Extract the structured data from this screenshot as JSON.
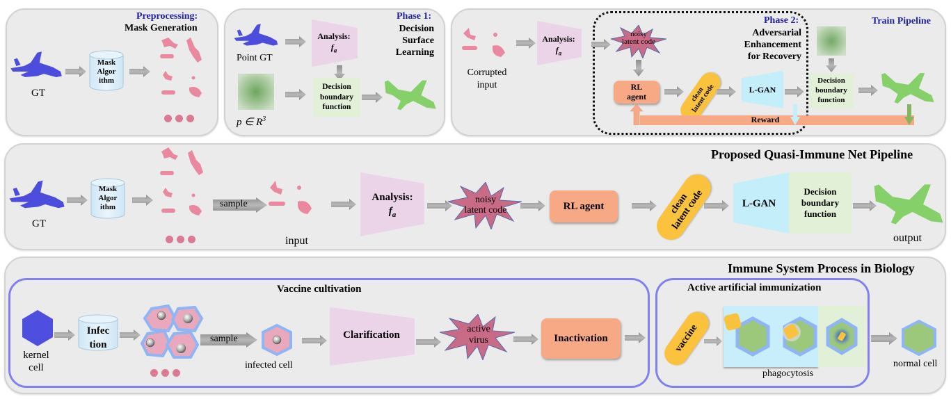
{
  "colors": {
    "panel_bg": "#ebebeb",
    "title_blue": "#1f1fa8",
    "gt_plane": "#4d4ddd",
    "masked_plane": "#e9889f",
    "output_plane": "#86d06a",
    "analysis_trap": "#ecd4e8",
    "lgan_trap": "#c5eefb",
    "decision_box": "#e3f0d8",
    "rl_box": "#f7a986",
    "clean_pill": "#fbc23e",
    "star": "#c96a86",
    "frame_blue": "#8080f0",
    "arrow_gray": "#a6a6a6"
  },
  "preprocessing": {
    "title_line1": "Preprocessing:",
    "title_line2": "Mask Generation",
    "gt_label": "GT",
    "mask_algo": [
      "Mask",
      "Algor",
      "ithm"
    ],
    "icons": [
      "gt-airplane-icon",
      "mask-algorithm-cylinder-icon",
      "masked-fragments-icon",
      "ellipsis-dots-icon"
    ]
  },
  "phase1": {
    "title_line1": "Phase 1:",
    "title_lines": [
      "Decision",
      "Surface",
      "Learning"
    ],
    "point_gt_label": "Point GT",
    "p_label": "p ∈ R",
    "p_sup": "3",
    "analysis_label": "Analysis:",
    "analysis_fn": "f",
    "analysis_sub": "a",
    "decision_lines": [
      "Decision",
      "boundary",
      "function"
    ]
  },
  "train": {
    "title": "Train Pipeline",
    "corrupted_lines": [
      "Corrupted",
      "input"
    ],
    "analysis_label": "Analysis:",
    "analysis_fn": "f",
    "analysis_sub": "a",
    "noisy_lines": [
      "noisy",
      "latent code"
    ],
    "phase2_title": "Phase 2:",
    "phase2_lines": [
      "Adversarial",
      "Enhancement",
      "for Recovery"
    ],
    "rl_lines": [
      "RL",
      "agent"
    ],
    "clean_lines": [
      "clean",
      "latent code"
    ],
    "lgan": "L-GAN",
    "decision_lines": [
      "Decision",
      "boundary",
      "function"
    ],
    "reward": "Reward"
  },
  "proposed": {
    "title": "Proposed Quasi-Immune Net Pipeline",
    "gt_label": "GT",
    "mask_algo": [
      "Mask",
      "Algor",
      "ithm"
    ],
    "sample": "sample",
    "input_label": "input",
    "analysis_label": "Analysis:",
    "analysis_fn": "f",
    "analysis_sub": "a",
    "noisy_lines": [
      "noisy",
      "latent code"
    ],
    "rl_agent": "RL agent",
    "clean_lines": [
      "clean",
      "latent code"
    ],
    "lgan": "L-GAN",
    "decision_lines": [
      "Decision",
      "boundary",
      "function"
    ],
    "output_label": "output"
  },
  "biology": {
    "title": "Immune System Process in Biology",
    "vaccine_cultivation": "Vaccine cultivation",
    "kernel_lines": [
      "kernel",
      "cell"
    ],
    "infection_lines": [
      "Infec",
      "tion"
    ],
    "sample": "sample",
    "infected_cell": "infected cell",
    "clarification": "Clarification",
    "active_virus_lines": [
      "active",
      "virus"
    ],
    "inactivation": "Inactivation",
    "active_immunization": "Active artificial immunization",
    "vaccine": "vaccine",
    "phagocytosis": "phagocytosis",
    "normal_cell": "normal cell"
  }
}
